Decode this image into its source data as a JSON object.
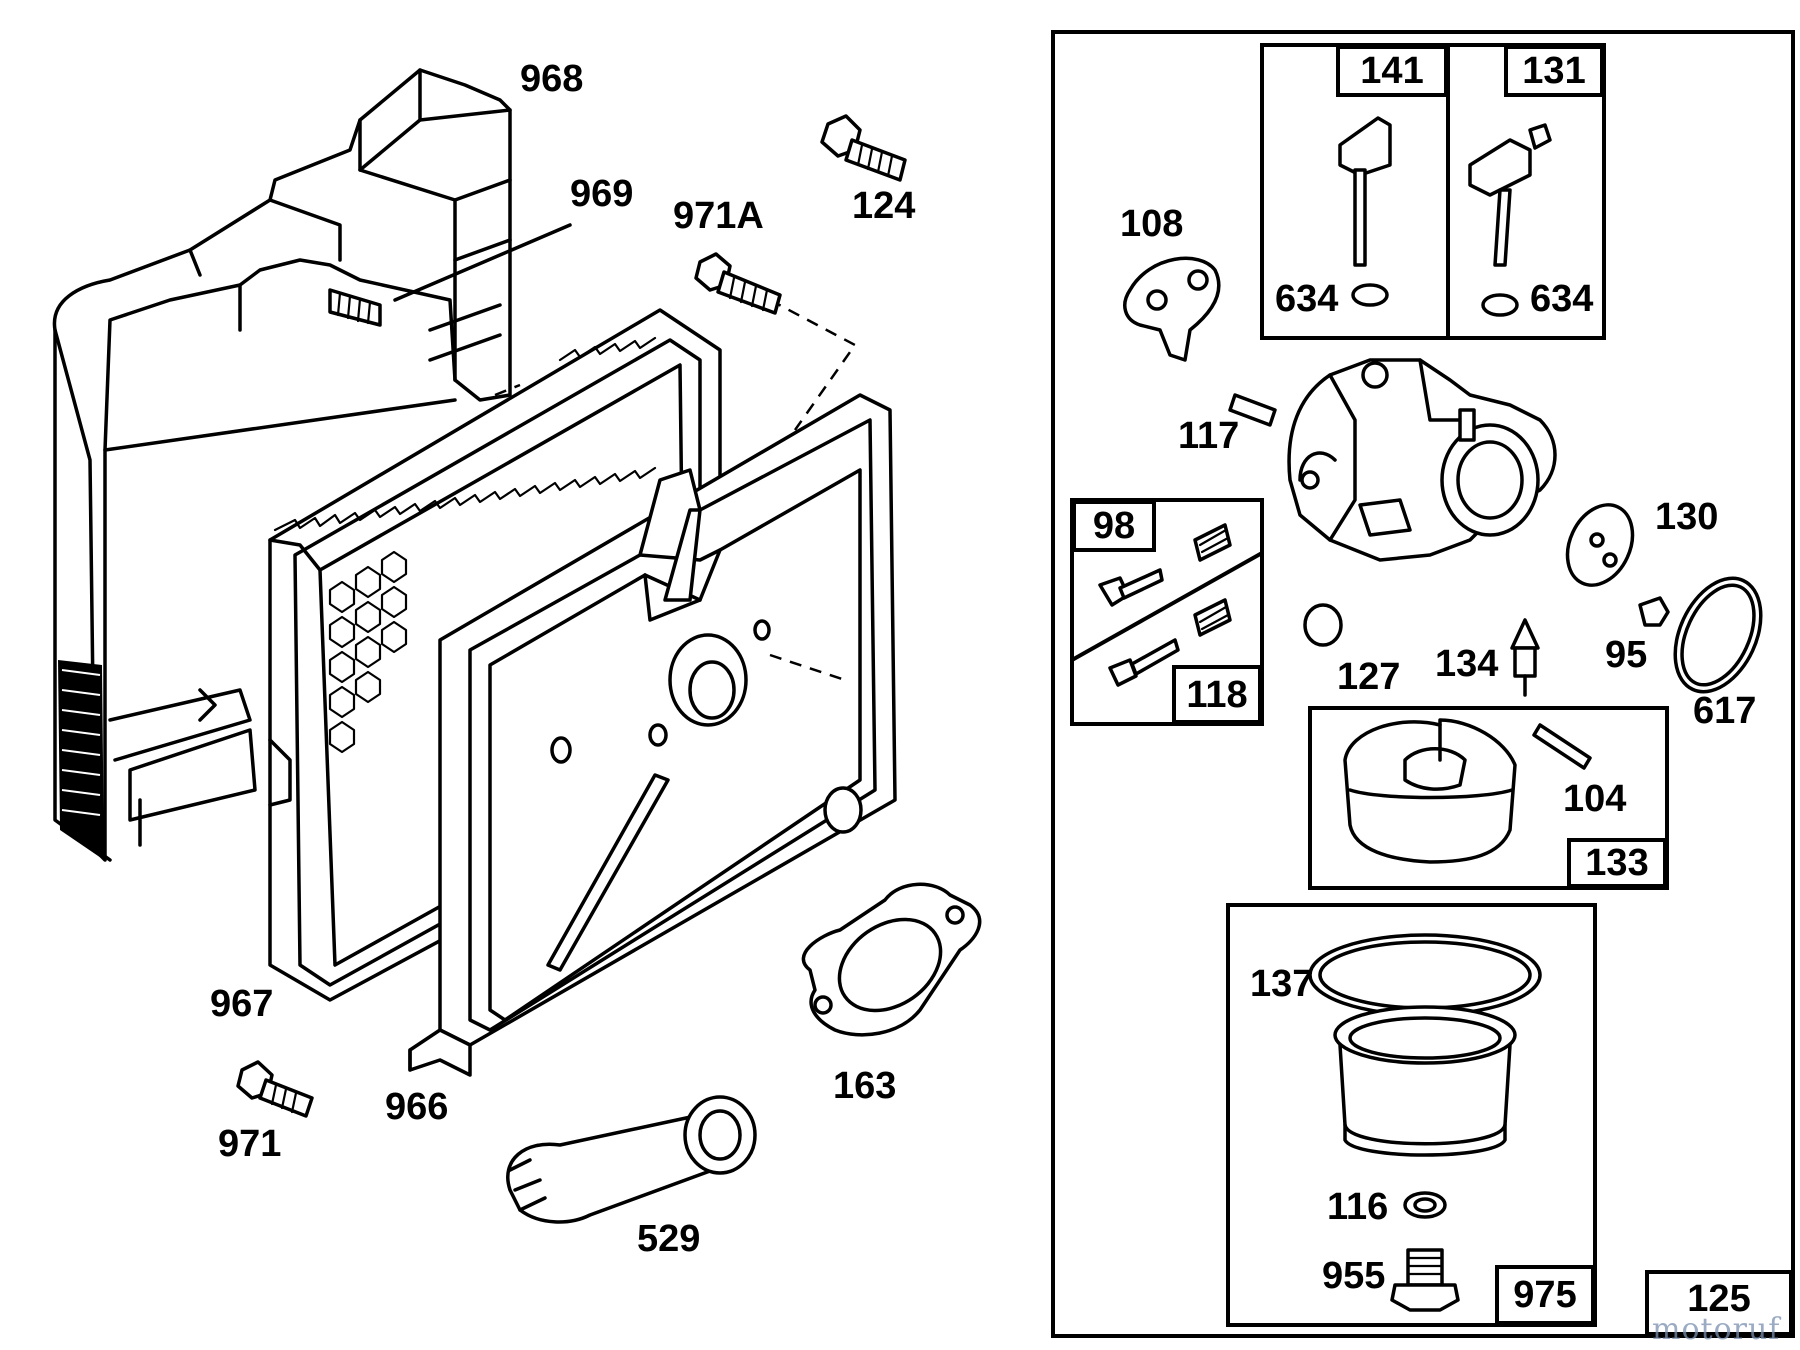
{
  "diagram": {
    "left_labels": {
      "p968": "968",
      "p969": "969",
      "p971A": "971A",
      "p124": "124",
      "p967": "967",
      "p966": "966",
      "p971": "971",
      "p163": "163",
      "p529": "529"
    },
    "right_labels": {
      "p141": "141",
      "p131": "131",
      "p634a": "634",
      "p634b": "634",
      "p108": "108",
      "p117": "117",
      "p98": "98",
      "p118": "118",
      "p130": "130",
      "p95": "95",
      "p617": "617",
      "p127": "127",
      "p134": "134",
      "p104": "104",
      "p133": "133",
      "p137": "137",
      "p116": "116",
      "p955": "955",
      "p975": "975",
      "p125": "125"
    },
    "watermark": "motoruf"
  }
}
